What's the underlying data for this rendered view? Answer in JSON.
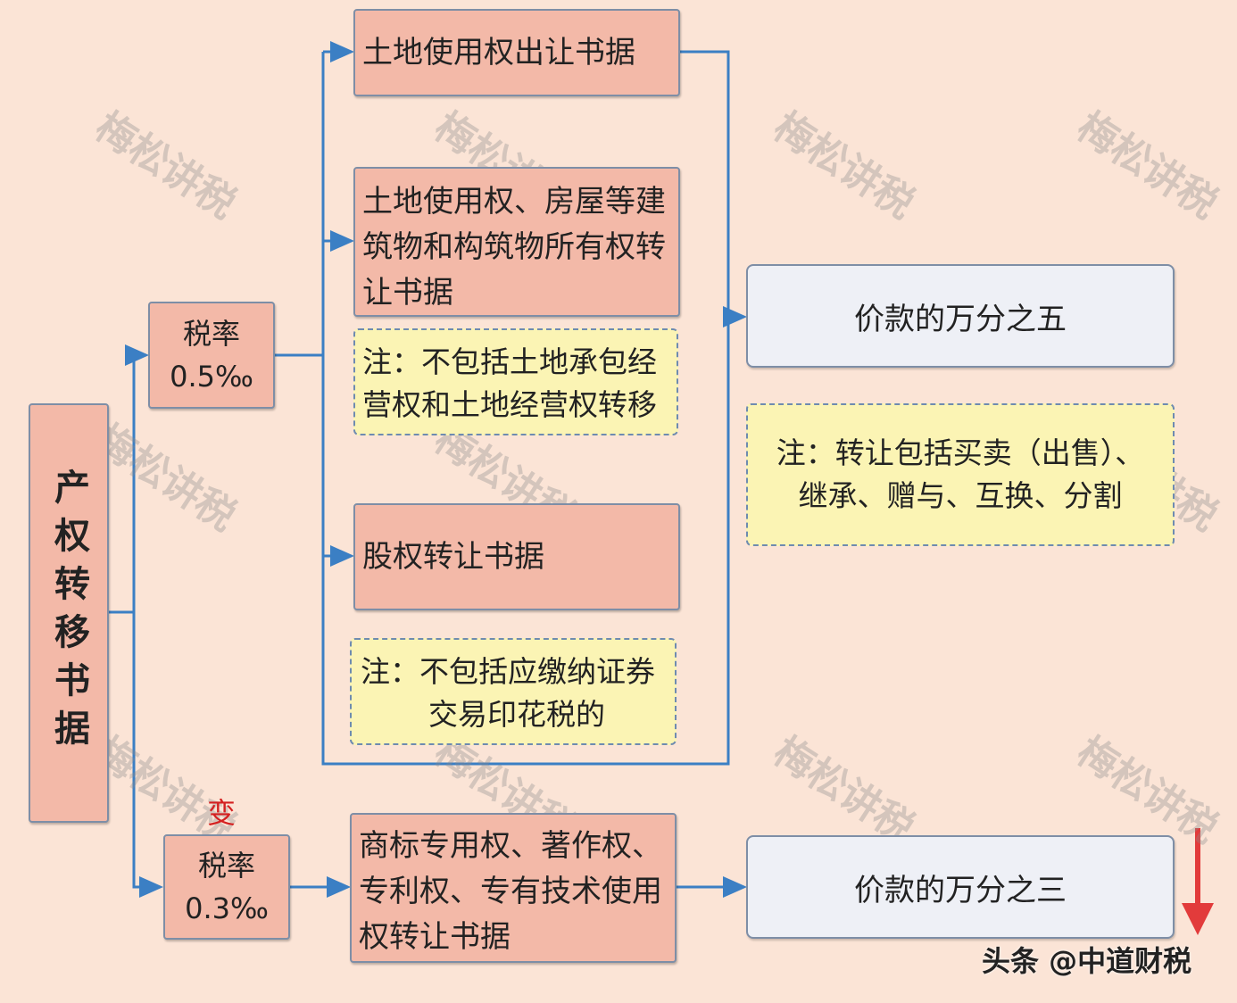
{
  "root": {
    "label": "产权转移书据"
  },
  "rate_high": {
    "label": "税率",
    "value": "0.5‰"
  },
  "rate_low": {
    "label": "税率",
    "value": "0.3‰"
  },
  "items": {
    "land_use_grant": "土地使用权出让书据",
    "property_transfer": "土地使用权、房屋等建筑物和构筑物所有权转让书据",
    "equity_transfer": "股权转让书据",
    "ip_transfer": "商标专用权、著作权、专利权、专有技术使用权转让书据"
  },
  "notes": {
    "land_contract_exclusion": "注：不包括土地承包经营权和土地经营权转移",
    "securities_exclusion_line1": "注：不包括应缴纳证券",
    "securities_exclusion_line2": "交易印花税的",
    "transfer_includes_line1": "注：转让包括买卖（出售）、",
    "transfer_includes_line2": "继承、赠与、互换、分割"
  },
  "results": {
    "five_per_ten_thousand": "价款的万分之五",
    "three_per_ten_thousand": "价款的万分之三"
  },
  "change_mark": "变",
  "watermark_text": "梅松讲税",
  "footer_brand": "头条 @中道财税",
  "colors": {
    "background": "#fbe4d6",
    "node_fill": "#f3b9a8",
    "note_fill": "#fbf4b4",
    "result_fill": "#eef0f6",
    "connector": "#3b7fc4",
    "arrow_red": "#e23b3b"
  }
}
